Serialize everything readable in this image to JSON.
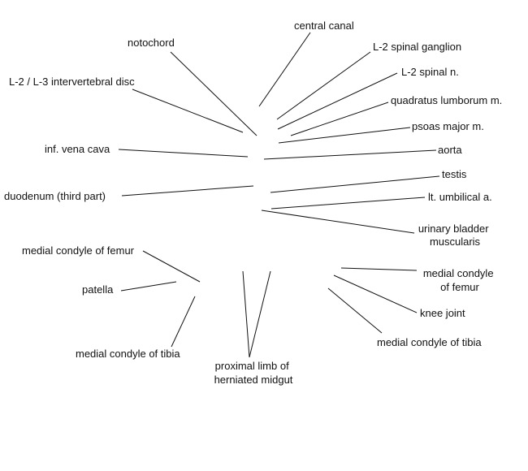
{
  "labels": {
    "central_canal": "central canal",
    "notochord": "notochord",
    "l2_spinal_ganglion": "L-2 spinal ganglion",
    "l2_spinal_n": "L-2 spinal n.",
    "l2_l3_disc": "L-2 / L-3 intervertebral disc",
    "quadratus_lumborum": "quadratus lumborum m.",
    "psoas_major": "psoas major m.",
    "inf_vena_cava": "inf. vena cava",
    "aorta": "aorta",
    "testis": "testis",
    "duodenum": "duodenum (third part)",
    "lt_umbilical_a": "lt. umbilical a.",
    "urinary_bladder_line1": "urinary bladder",
    "urinary_bladder_line2": "muscularis",
    "medial_condyle_femur_left": "medial condyle of femur",
    "patella": "patella",
    "medial_condyle_tibia_left": "medial condyle of tibia",
    "proximal_limb_line1": "proximal limb of",
    "proximal_limb_line2": "herniated midgut",
    "medial_condyle_femur_right_line1": "medial condyle",
    "medial_condyle_femur_right_line2": "of femur",
    "knee_joint": "knee joint",
    "medial_condyle_tibia_right": "medial condyle of tibia"
  }
}
